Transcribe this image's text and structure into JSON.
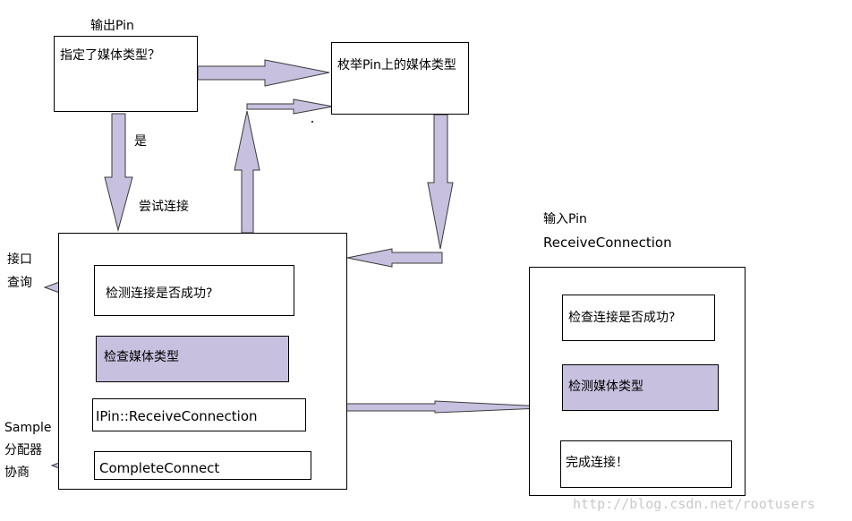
{
  "output_pin": {
    "title": "输出Pin",
    "q_media": "指定了媒体类型？",
    "enum_media": "枚举Pin上的媒体类型",
    "yes": "是",
    "try_connect": "尝试连接",
    "side_interface": [
      "接口",
      "查询"
    ],
    "side_alloc": [
      "Sample",
      "分配器",
      "协商"
    ],
    "steps": [
      "检测连接是否成功?",
      "检查媒体类型",
      "IPin::ReceiveConnection",
      "CompleteConnect"
    ]
  },
  "input_pin": {
    "title_line1": "输入Pin",
    "title_line2": "ReceiveConnection",
    "steps": [
      "检查连接是否成功?",
      "检测媒体类型",
      "完成连接！"
    ]
  },
  "watermark": "http://blog.csdn.net/rootusers",
  "colors": {
    "arrow_fill": "#c8c0df",
    "stroke": "#000000",
    "box_fill": "#c8c0df"
  }
}
